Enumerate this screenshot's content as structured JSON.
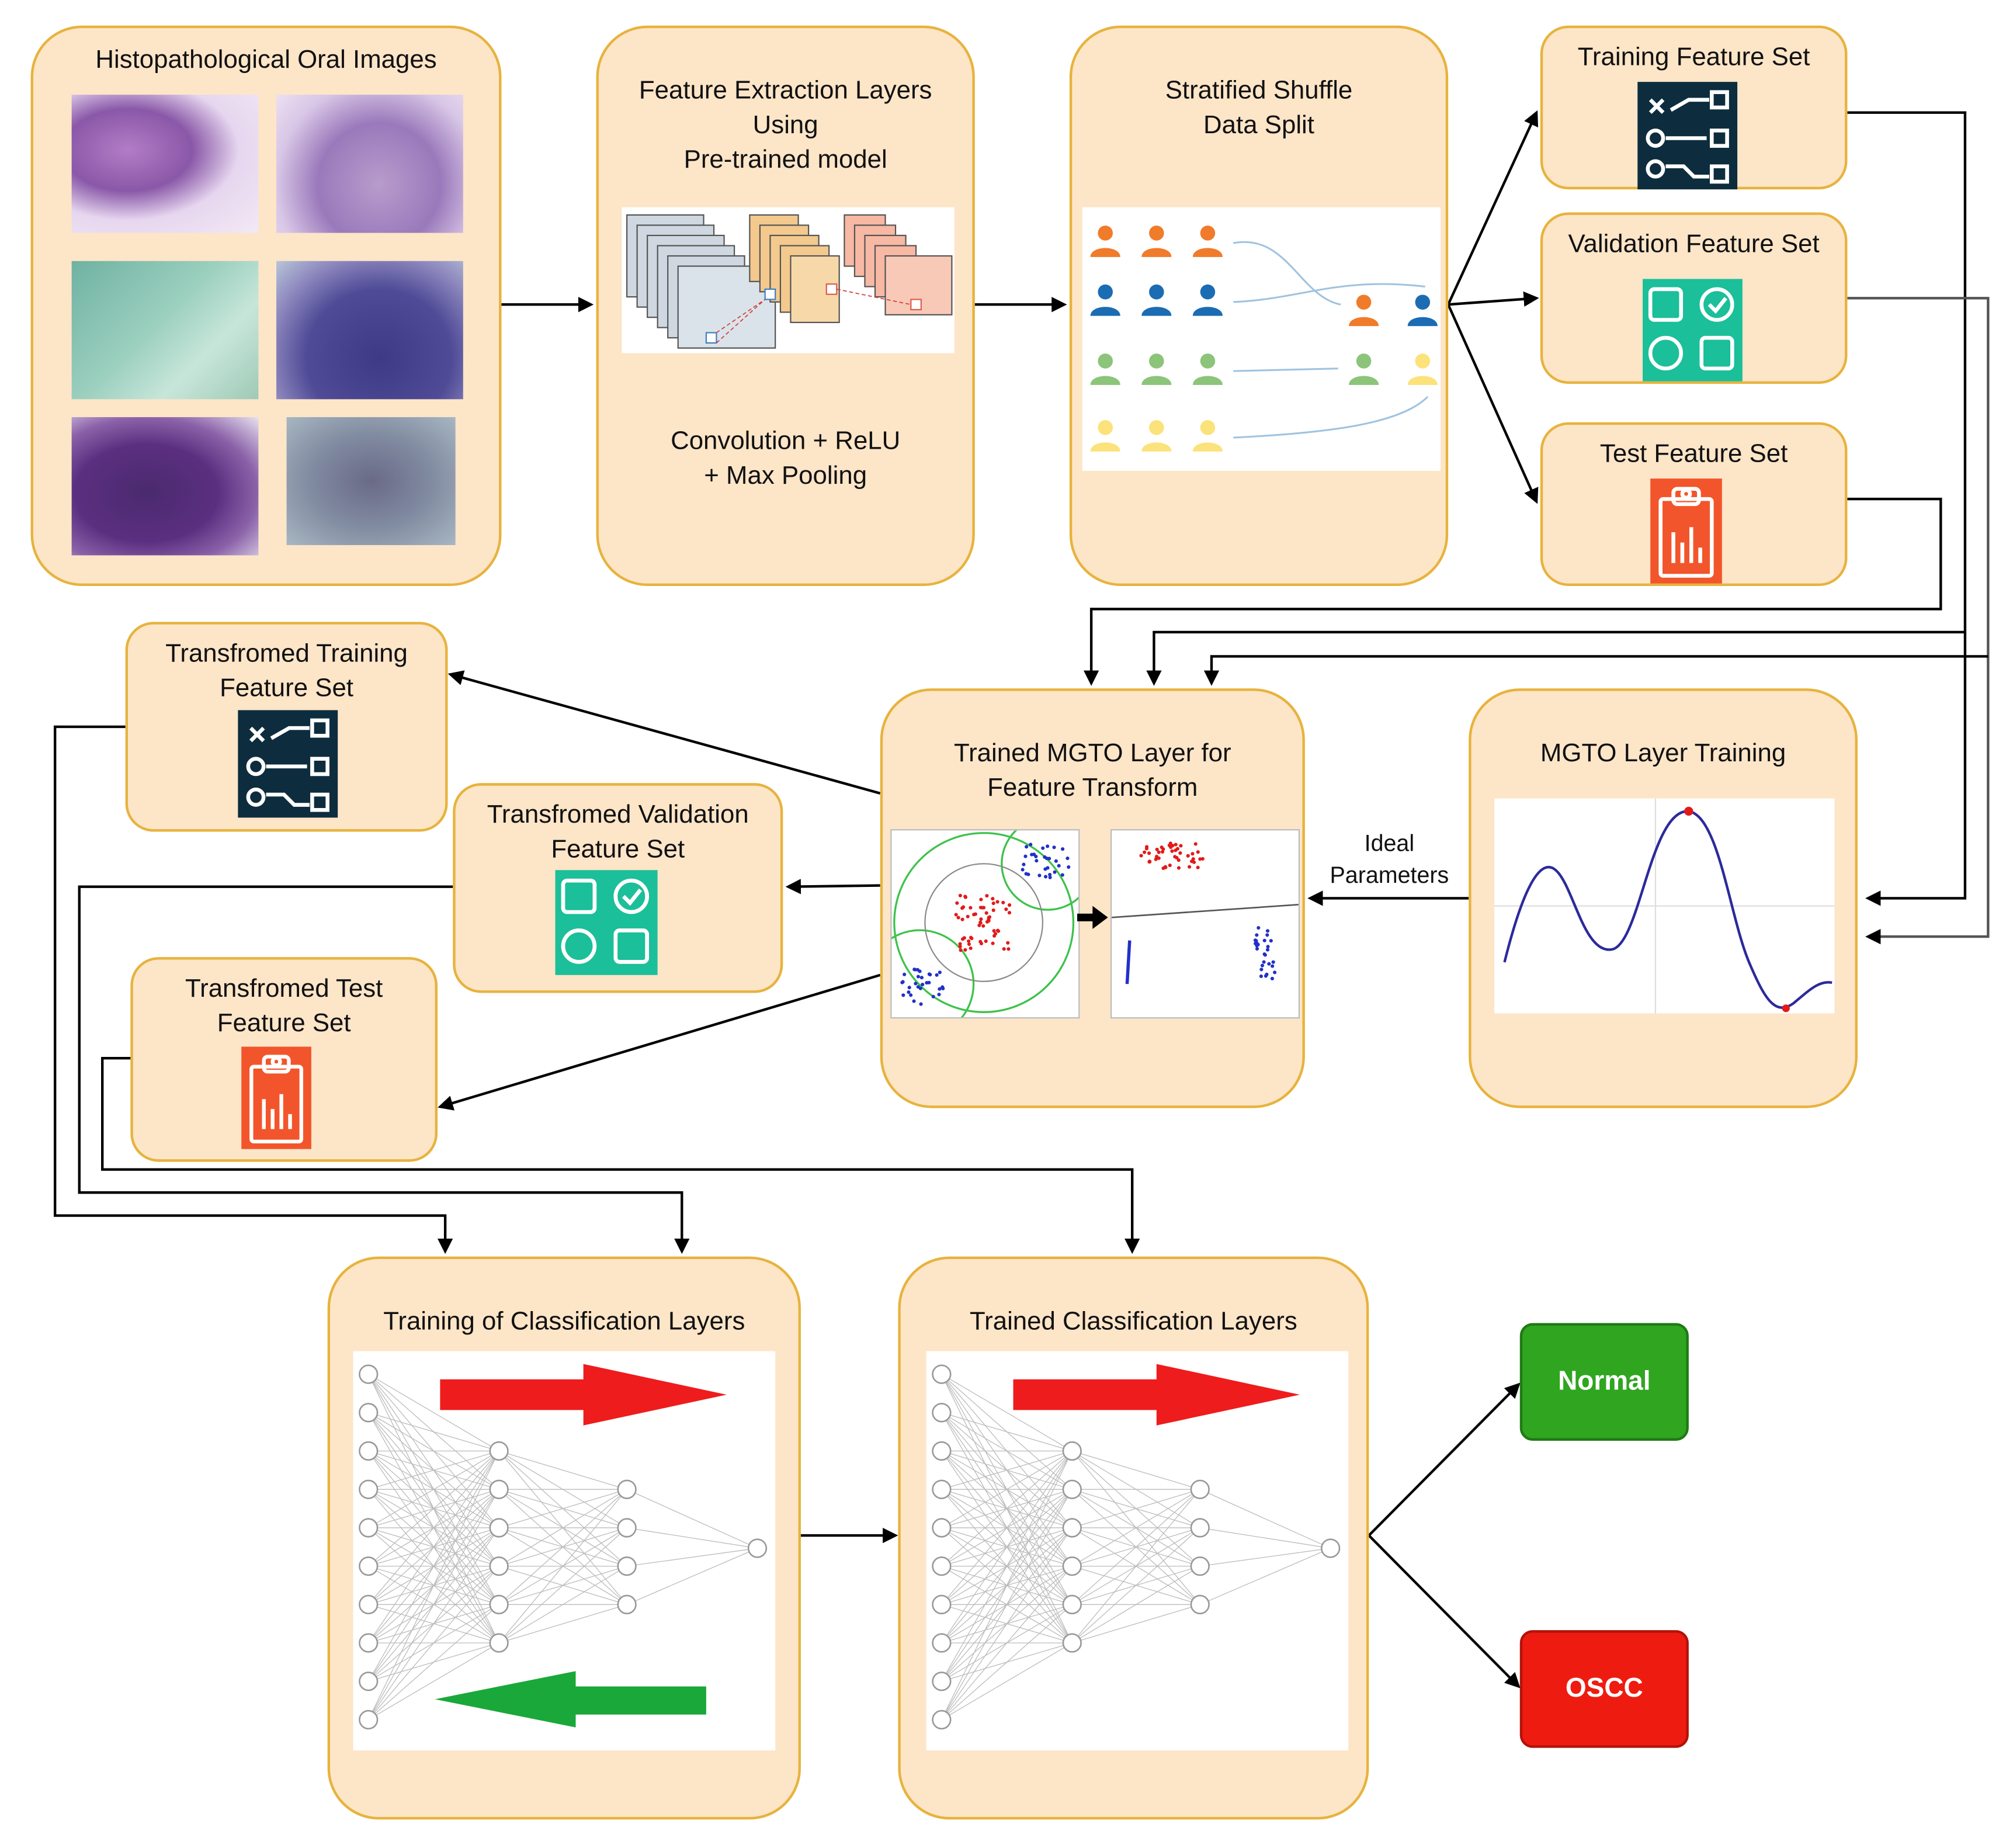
{
  "boxes": {
    "images": {
      "title": "Histopathological Oral Images"
    },
    "extraction": {
      "title": "Feature Extraction Layers\nUsing\nPre-trained model",
      "note": "Convolution  + ReLU\n+ Max Pooling"
    },
    "split": {
      "title": "Stratified Shuffle\nData Split"
    },
    "train_set": {
      "title": "Training Feature Set"
    },
    "val_set": {
      "title": "Validation Feature Set"
    },
    "test_set": {
      "title": "Test Feature Set"
    },
    "trans_train": {
      "title": "Transfromed Training\nFeature Set"
    },
    "trans_val": {
      "title": "Transfromed Validation\nFeature Set"
    },
    "trans_test": {
      "title": "Transfromed Test\nFeature Set"
    },
    "mgto_trained": {
      "title": "Trained MGTO Layer for\nFeature Transform"
    },
    "mgto_training": {
      "title": "MGTO Layer Training"
    },
    "cls_training": {
      "title": "Training of Classification Layers"
    },
    "cls_trained": {
      "title": "Trained Classification Layers"
    }
  },
  "edge_labels": {
    "ideal_parameters": "Ideal\nParameters"
  },
  "outcomes": {
    "normal": "Normal",
    "oscc": "OSCC"
  },
  "colors": {
    "box_fill": "#fde5c8",
    "box_border": "#e7b33d",
    "normal": "#2fa520",
    "oscc": "#ee1c10",
    "icon_dark": "#0d2d3e",
    "icon_teal": "#1bbf9a",
    "icon_red": "#f2552b"
  },
  "icons": [
    "workflow-icon",
    "checklist-shapes-icon",
    "clipboard-report-icon",
    "person-icon",
    "neural-network-icon",
    "sine-curve-icon"
  ]
}
